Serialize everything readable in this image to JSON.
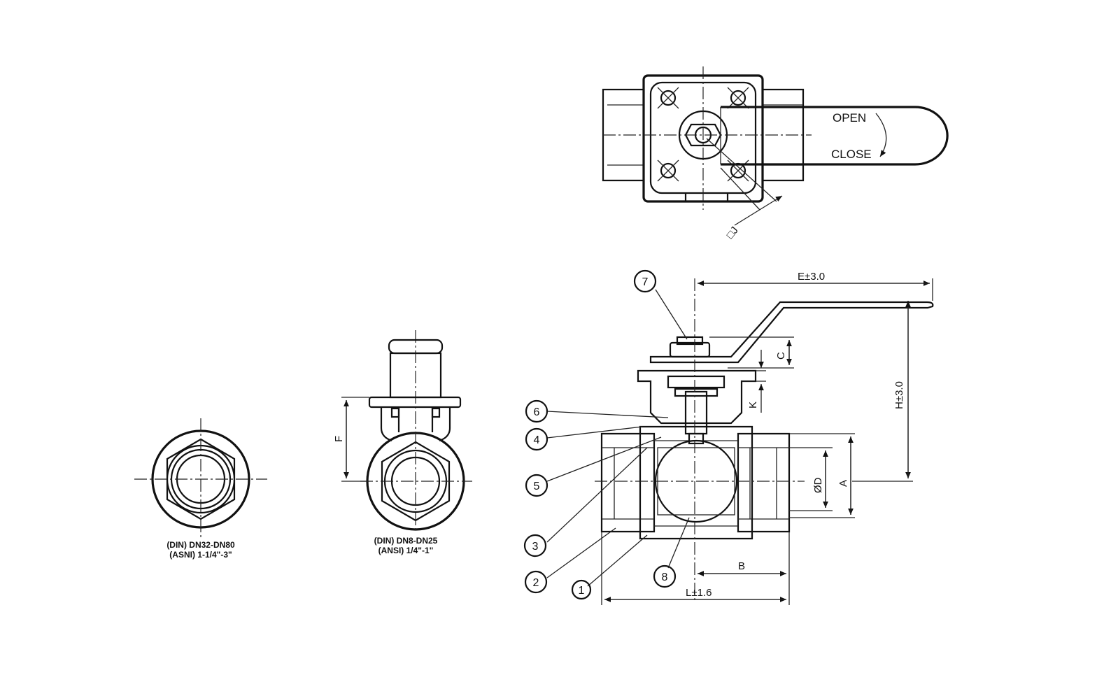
{
  "top_view": {
    "open_label": "OPEN",
    "close_label": "CLOSE",
    "square_label": "□J"
  },
  "views": {
    "large_caption_line1": "(DIN) DN32-DN80",
    "large_caption_line2": "(ASNI) 1-1/4\"-3\"",
    "small_caption_line1": "(DIN) DN8-DN25",
    "small_caption_line2": "(ANSI) 1/4\"-1\""
  },
  "dimensions": {
    "E": "E±3.0",
    "H": "H±3.0",
    "L": "L±1.6",
    "B": "B",
    "C": "C",
    "K": "K",
    "A": "A",
    "D": "ØD",
    "F": "F"
  },
  "balloons": [
    "1",
    "2",
    "3",
    "4",
    "5",
    "6",
    "7",
    "8"
  ]
}
